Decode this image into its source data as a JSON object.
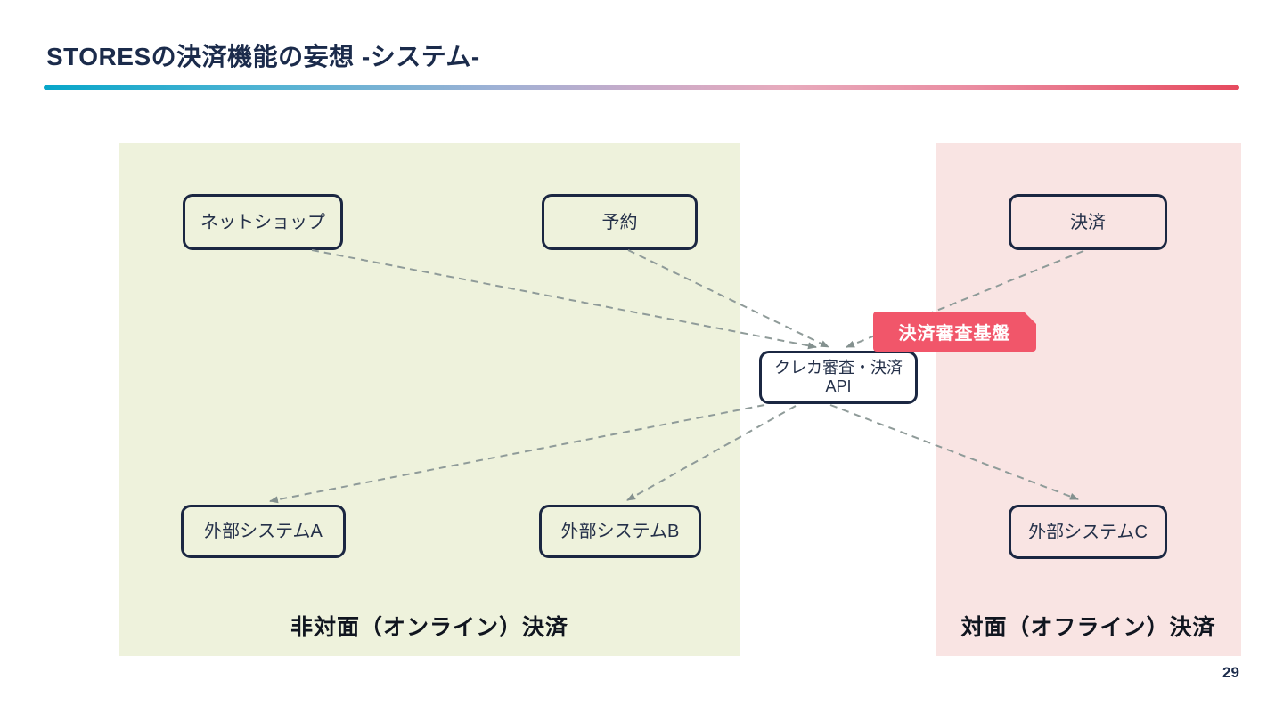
{
  "page": {
    "title": "STORESの決済機能の妄想 -システム-",
    "page_number": "29"
  },
  "colors": {
    "title_text": "#1b2b4b",
    "accent_gradient_start": "#07a6c9",
    "accent_gradient_end": "#e64a5e",
    "online_panel_bg": "#eef2dc",
    "offline_panel_bg": "#f9e4e3",
    "node_border": "#1b2742",
    "badge_bg": "#f1566a",
    "badge_text": "#ffffff",
    "dashed_line": "#8f9b99"
  },
  "panels": {
    "online": {
      "label": "非対面（オンライン）決済"
    },
    "offline": {
      "label": "対面（オフライン）決済"
    }
  },
  "nodes": {
    "netshop": "ネットショップ",
    "yoyaku": "予約",
    "kessai": "決済",
    "ext_a": "外部システムA",
    "ext_b": "外部システムB",
    "ext_c": "外部システムC",
    "api_line1": "クレカ審査・決済",
    "api_line2": "API"
  },
  "badge": {
    "label": "決済審査基盤"
  },
  "connections": [
    {
      "from": "ネットショップ",
      "to": "クレカ審査・決済API",
      "style": "dashed-arrow"
    },
    {
      "from": "予約",
      "to": "クレカ審査・決済API",
      "style": "dashed-arrow"
    },
    {
      "from": "決済",
      "to": "クレカ審査・決済API",
      "style": "dashed-arrow"
    },
    {
      "from": "クレカ審査・決済API",
      "to": "外部システムA",
      "style": "dashed-arrow"
    },
    {
      "from": "クレカ審査・決済API",
      "to": "外部システムB",
      "style": "dashed-arrow"
    },
    {
      "from": "クレカ審査・決済API",
      "to": "外部システムC",
      "style": "dashed-arrow"
    }
  ]
}
